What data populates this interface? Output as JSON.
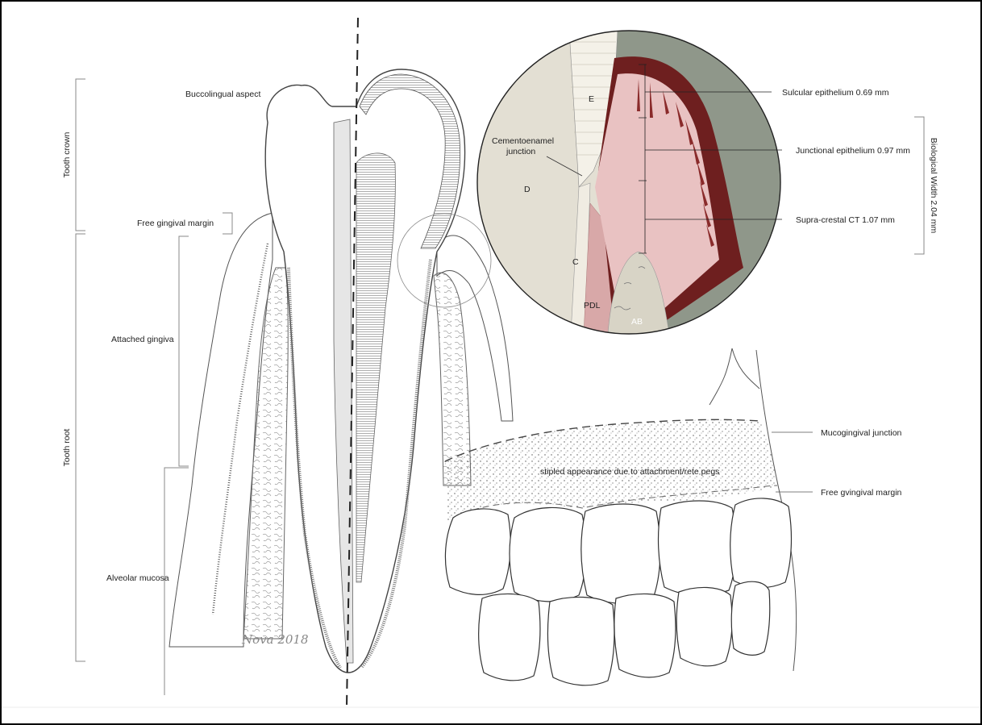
{
  "colors": {
    "gum_dark": "#6e1f1f",
    "gum_mid": "#a13a3a",
    "gum_pink": "#e9c2c2",
    "dentin": "#e8e3d8",
    "enamel": "#f4f1e8",
    "background_gray": "#8f978a",
    "bone": "#d8d4c6",
    "pdl": "#d8a8a8"
  },
  "labels": {
    "tooth_crown": "Tooth crown",
    "tooth_root": "Tooth root",
    "buccolingual": "Buccolingual aspect",
    "free_gingival_margin": "Free gingival margin",
    "attached_gingiva": "Attached gingiva",
    "alveolar_mucosa": "Alveolar mucosa",
    "signature": "Nova 2018"
  },
  "inset": {
    "E": "E",
    "D": "D",
    "C": "C",
    "PDL": "PDL",
    "AB": "AB",
    "cej_line1": "Cementoenamel",
    "cej_line2": "junction",
    "sulcular": "Sulcular epithelium 0.69 mm",
    "junctional": "Junctional epithelium 0.97 mm",
    "supracrestal": "Supra-crestal CT 1.07 mm",
    "biological_width": "Biological Width 2.04 mm"
  },
  "gums": {
    "stippled": "stipled appearance due to attachment/rete pegs",
    "mucogingival": "Mucogingival junction",
    "free_margin": "Free gvingival margin"
  }
}
